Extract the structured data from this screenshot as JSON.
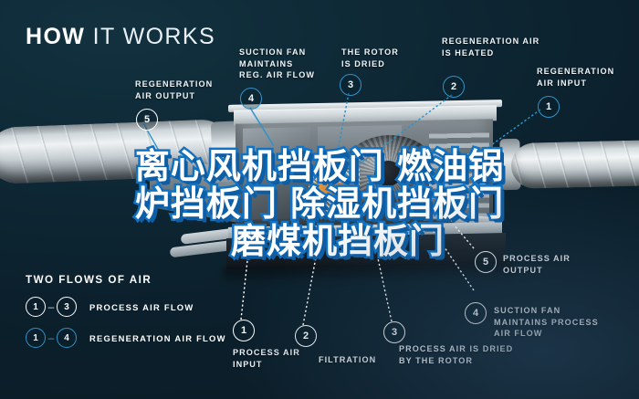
{
  "header": {
    "title_bold": "HOW",
    "title_light": "IT WORKS"
  },
  "colors": {
    "background_dark": "#0d2430",
    "background_blue": "#22303f",
    "accent_blue": "#2f93c8",
    "overlay_outline": "#1273c4",
    "text_white": "#ffffff"
  },
  "callouts": [
    {
      "id": "regeneration-air-output",
      "number": "5",
      "label": "REGENERATION\nAIR OUTPUT",
      "ring": "white",
      "line": "blue"
    },
    {
      "id": "suction-fan-regen",
      "number": "4",
      "label": "SUCTION FAN\nMAINTAINS\nREG. AIR FLOW",
      "ring": "blue",
      "line": "blue"
    },
    {
      "id": "rotor-is-dried",
      "number": "3",
      "label": "THE ROTOR\nIS DRIED",
      "ring": "blue",
      "line": "blue"
    },
    {
      "id": "regeneration-air-heated",
      "number": "2",
      "label": "REGENERATION AIR\nIS HEATED",
      "ring": "blue",
      "line": "blue"
    },
    {
      "id": "regeneration-air-input",
      "number": "1",
      "label": "REGENERATION\nAIR INPUT",
      "ring": "blue",
      "line": "blue"
    },
    {
      "id": "process-air-output",
      "number": "5",
      "label": "PROCESS AIR\nOUTPUT",
      "ring": "white",
      "line": "white"
    },
    {
      "id": "suction-fan-process",
      "number": "4",
      "label": "SUCTION FAN\nMAINTAINS PROCESS\nAIR FLOW",
      "ring": "white",
      "line": "white"
    },
    {
      "id": "process-air-dried",
      "number": "3",
      "label": "PROCESS AIR IS DRIED\nBY THE ROTOR",
      "ring": "white",
      "line": "white"
    },
    {
      "id": "filtration",
      "number": "2",
      "label": "FILTRATION",
      "ring": "white",
      "line": "white"
    },
    {
      "id": "process-air-input",
      "number": "1",
      "label": "PROCESS AIR\nINPUT",
      "ring": "white",
      "line": "white"
    }
  ],
  "legend": {
    "title": "TWO FLOWS OF AIR",
    "rows": [
      {
        "id": "process-air-flow",
        "from": "1",
        "dash": "–",
        "to": "3",
        "label": "PROCESS AIR FLOW",
        "style": "white"
      },
      {
        "id": "regeneration-air-flow",
        "from": "1",
        "dash": "–",
        "to": "4",
        "label": "REGENERATION AIR FLOW",
        "style": "blue"
      }
    ]
  },
  "overlay": {
    "line1": "离心风机挡板门 燃油锅",
    "line2": "炉挡板门 除湿机挡板门",
    "line3": "磨煤机挡板门"
  }
}
